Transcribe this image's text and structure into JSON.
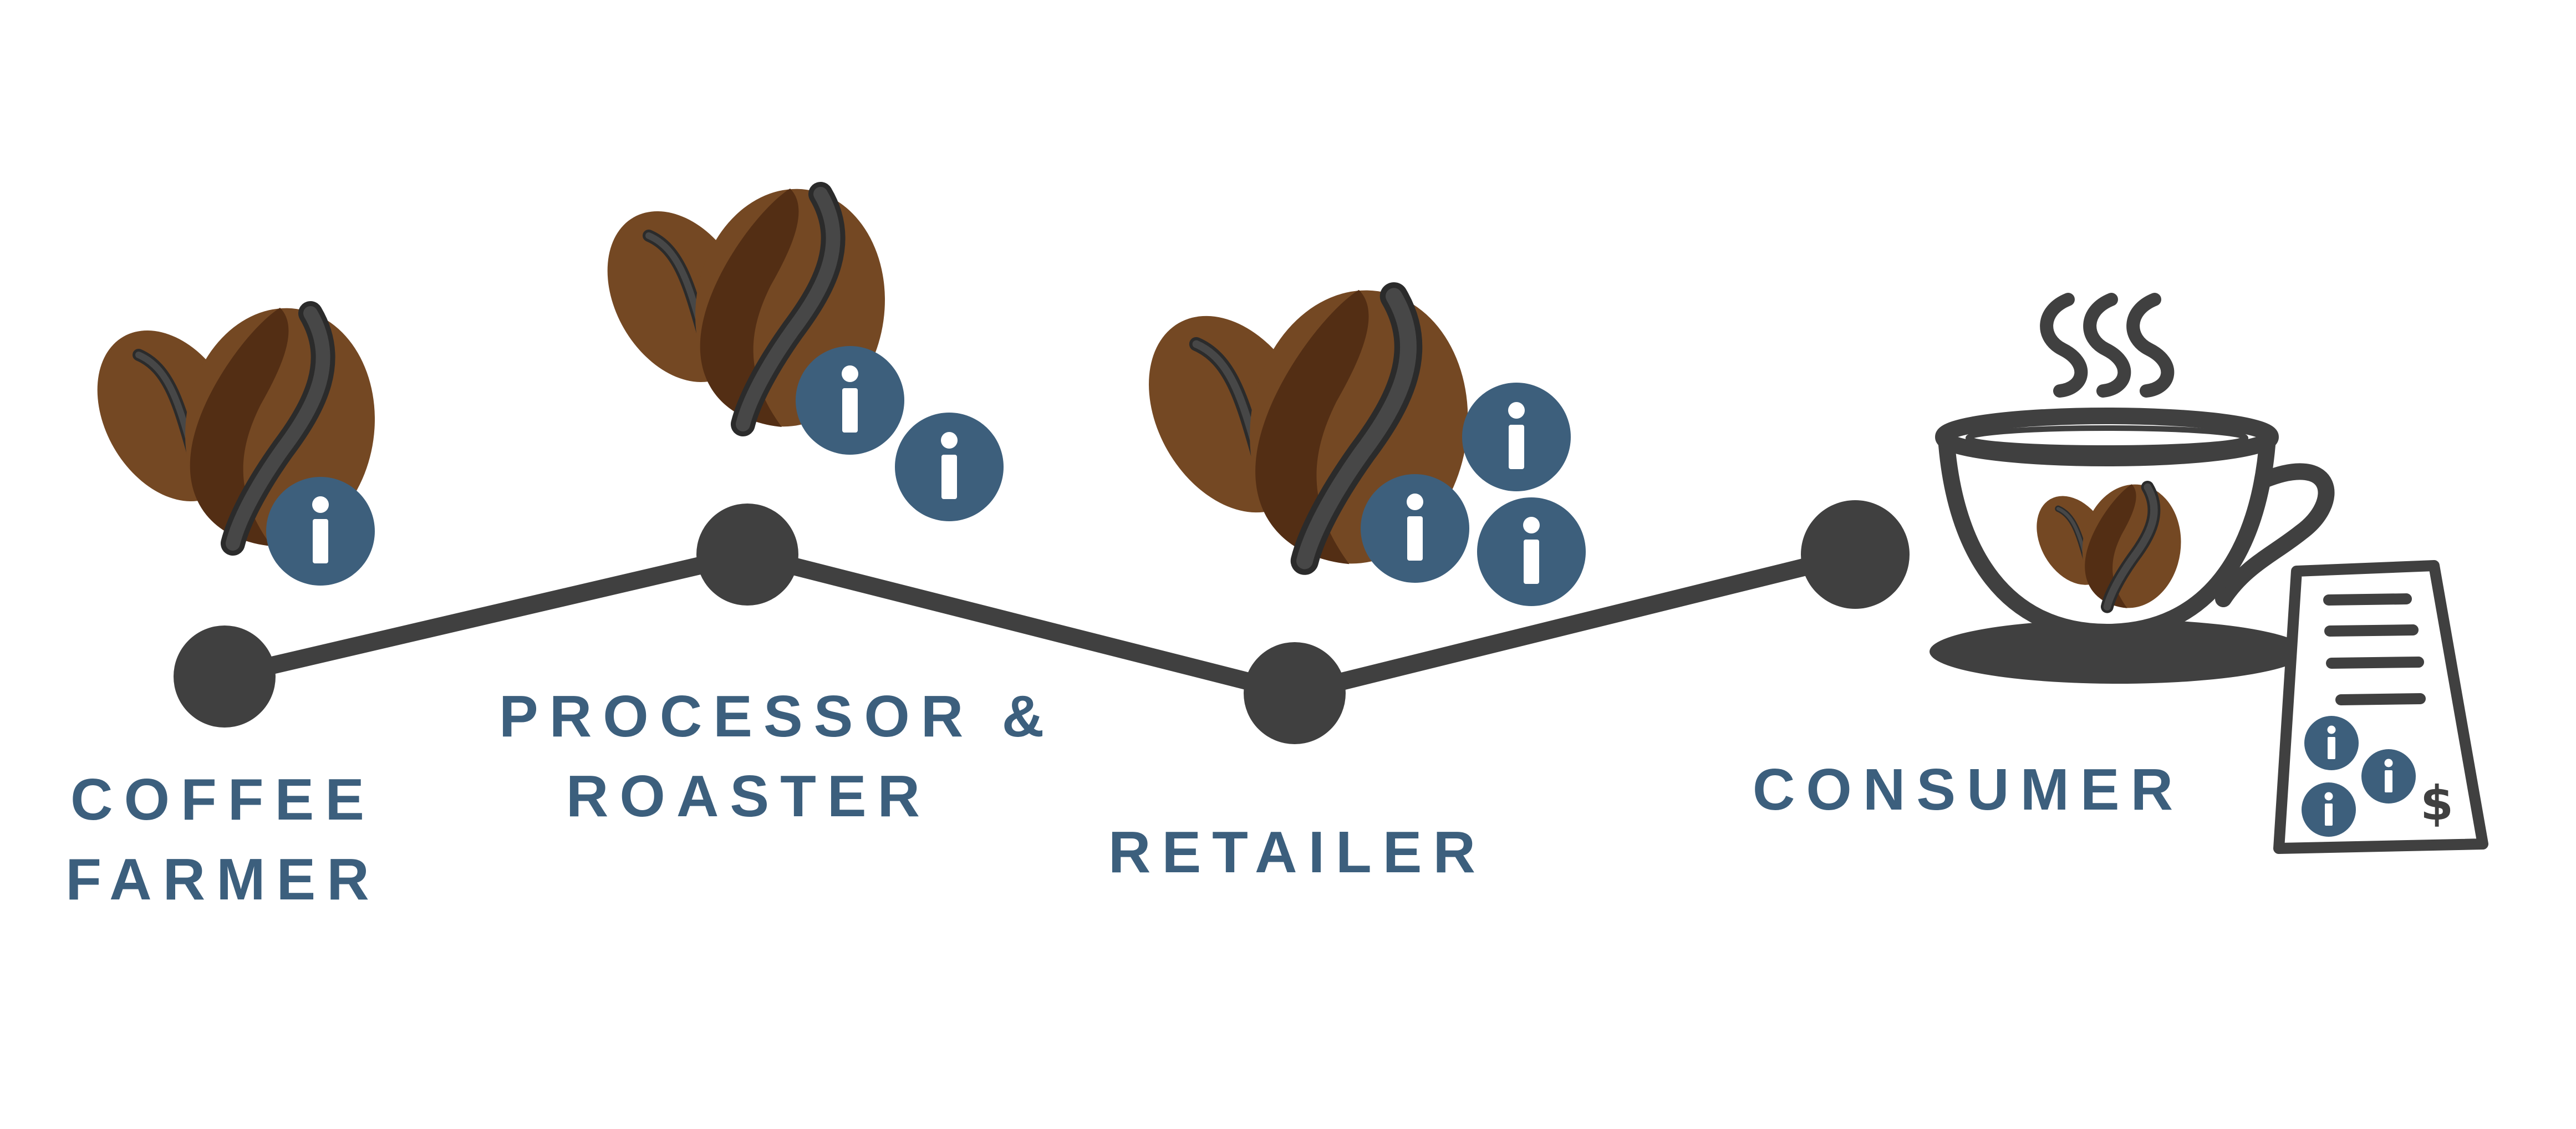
{
  "diagram": {
    "stages": [
      {
        "id": "farmer",
        "lines": [
          "COFFEE",
          "FARMER"
        ],
        "info_badges": 1
      },
      {
        "id": "processor",
        "lines": [
          "PROCESSOR &",
          "ROASTER"
        ],
        "info_badges": 2
      },
      {
        "id": "retailer",
        "lines": [
          "RETAILER"
        ],
        "info_badges": 3
      },
      {
        "id": "consumer",
        "lines": [
          "CONSUMER"
        ],
        "info_badges": 3
      }
    ],
    "receipt_symbol": "$",
    "info_glyph": "i"
  },
  "icons": {
    "bean": "coffee-bean-icon",
    "info": "info-icon",
    "cup": "coffee-cup-icon",
    "receipt": "receipt-icon",
    "steam": "steam-icon"
  },
  "colors": {
    "line": "#404040",
    "label": "#3c5f7d",
    "info_badge": "#3d5f7c",
    "bean_dark": "#532e14",
    "bean_light": "#744823",
    "bean_stripe": "#474747"
  }
}
